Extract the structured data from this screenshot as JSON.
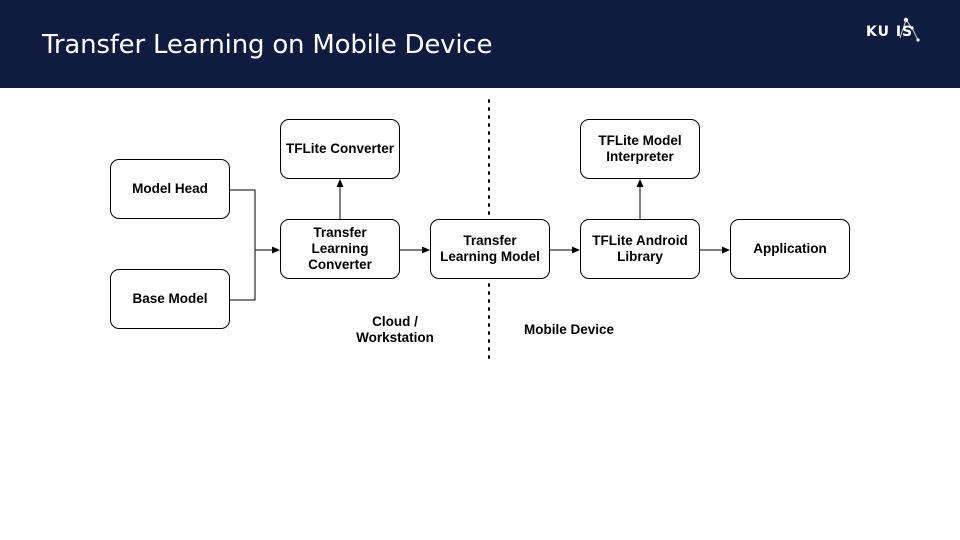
{
  "header": {
    "title": "Transfer Learning on Mobile Device",
    "logo_text": "KU IS"
  },
  "colors": {
    "header_bg": "#0f1c3f",
    "text": "#000000"
  },
  "diagram": {
    "nodes": {
      "model_head": "Model Head",
      "base_model": "Base Model",
      "tflite_converter": "TFLite Converter",
      "transfer_learning_converter": "Transfer Learning Converter",
      "transfer_learning_model": "Transfer Learning Model",
      "tflite_model_interpreter": "TFLite Model Interpreter",
      "tflite_android_library": "TFLite Android Library",
      "application": "Application"
    },
    "zones": {
      "cloud": "Cloud / Workstation",
      "mobile": "Mobile Device"
    },
    "edges": [
      {
        "from": "model_head",
        "to": "transfer_learning_converter"
      },
      {
        "from": "base_model",
        "to": "transfer_learning_converter"
      },
      {
        "from": "transfer_learning_converter",
        "to": "tflite_converter"
      },
      {
        "from": "transfer_learning_converter",
        "to": "transfer_learning_model"
      },
      {
        "from": "transfer_learning_model",
        "to": "tflite_android_library"
      },
      {
        "from": "tflite_android_library",
        "to": "tflite_model_interpreter"
      },
      {
        "from": "tflite_android_library",
        "to": "application"
      }
    ]
  }
}
